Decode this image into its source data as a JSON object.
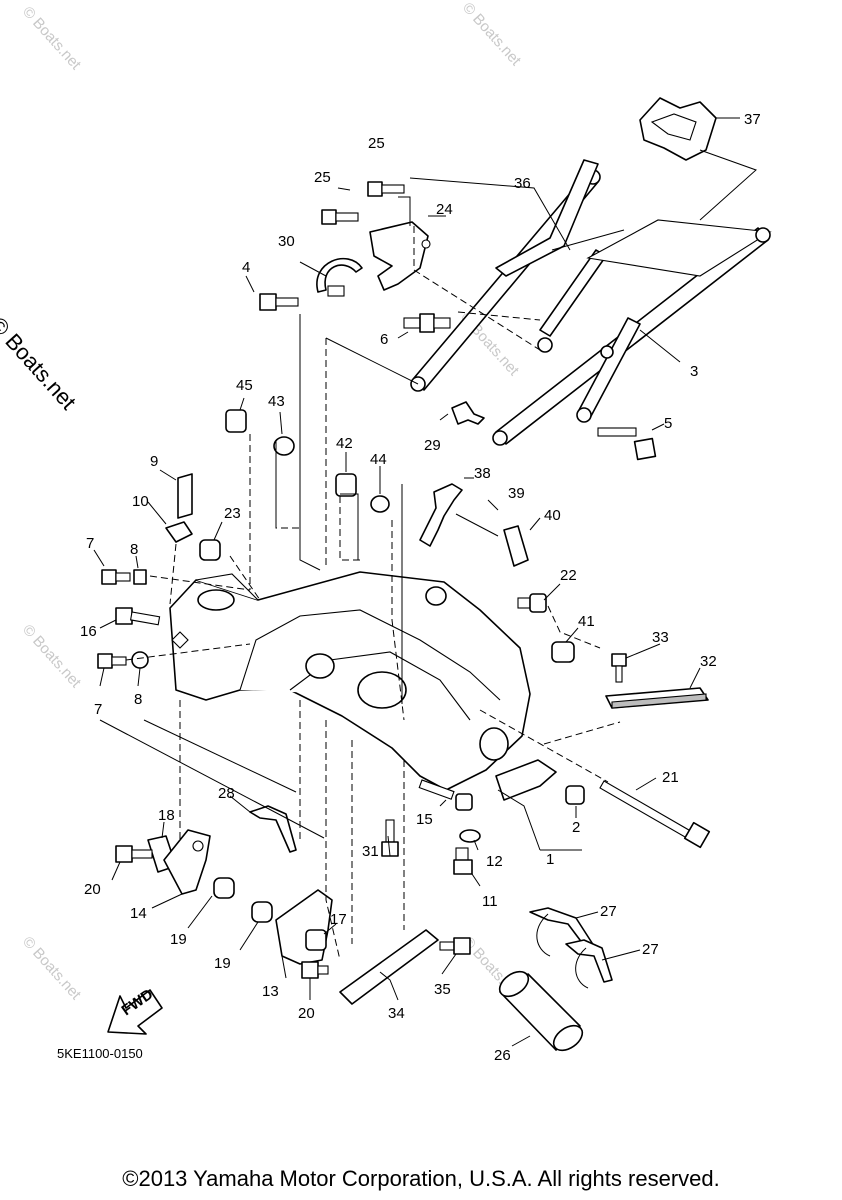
{
  "watermark": "© Boats.net",
  "diagram_code": "5KE1100-0150",
  "fwd_label": "FWD",
  "copyright": "©2013 Yamaha Motor Corporation, U.S.A. All rights reserved.",
  "callouts": [
    {
      "n": "1"
    },
    {
      "n": "2"
    },
    {
      "n": "3"
    },
    {
      "n": "4"
    },
    {
      "n": "5"
    },
    {
      "n": "6"
    },
    {
      "n": "7"
    },
    {
      "n": "7"
    },
    {
      "n": "8"
    },
    {
      "n": "8"
    },
    {
      "n": "9"
    },
    {
      "n": "10"
    },
    {
      "n": "11"
    },
    {
      "n": "12"
    },
    {
      "n": "13"
    },
    {
      "n": "14"
    },
    {
      "n": "15"
    },
    {
      "n": "16"
    },
    {
      "n": "17"
    },
    {
      "n": "18"
    },
    {
      "n": "19"
    },
    {
      "n": "19"
    },
    {
      "n": "20"
    },
    {
      "n": "20"
    },
    {
      "n": "21"
    },
    {
      "n": "22"
    },
    {
      "n": "23"
    },
    {
      "n": "24"
    },
    {
      "n": "25"
    },
    {
      "n": "25"
    },
    {
      "n": "26"
    },
    {
      "n": "27"
    },
    {
      "n": "27"
    },
    {
      "n": "28"
    },
    {
      "n": "29"
    },
    {
      "n": "30"
    },
    {
      "n": "31"
    },
    {
      "n": "32"
    },
    {
      "n": "33"
    },
    {
      "n": "34"
    },
    {
      "n": "35"
    },
    {
      "n": "36"
    },
    {
      "n": "37"
    },
    {
      "n": "38"
    },
    {
      "n": "39"
    },
    {
      "n": "40"
    },
    {
      "n": "41"
    },
    {
      "n": "42"
    },
    {
      "n": "43"
    },
    {
      "n": "44"
    },
    {
      "n": "45"
    }
  ]
}
